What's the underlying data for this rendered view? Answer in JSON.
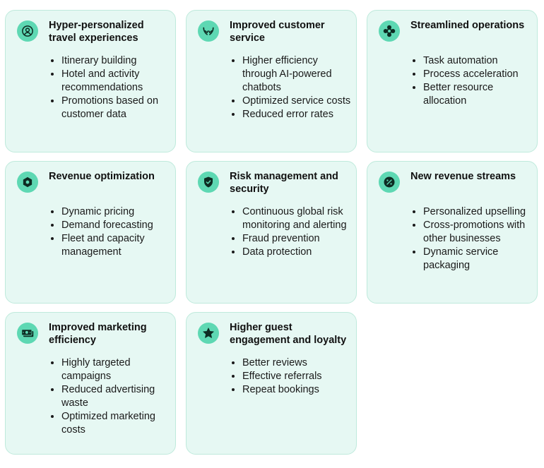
{
  "cards": [
    {
      "icon": "user-circle-icon",
      "title": "Hyper-personalized travel experiences",
      "items": [
        "Itinerary building",
        "Hotel and activity recommendations",
        "Promotions based on customer data"
      ]
    },
    {
      "icon": "hands-icon",
      "title": "Improved customer service",
      "items": [
        "Higher efficiency through AI-powered chatbots",
        "Optimized service costs",
        "Reduced error rates"
      ]
    },
    {
      "icon": "gear-icon",
      "title": "Streamlined operations",
      "items": [
        "Task automation",
        "Process acceleration",
        "Better resource allocation"
      ]
    },
    {
      "icon": "hexagon-icon",
      "title": "Revenue optimization",
      "items": [
        "Dynamic pricing",
        "Demand forecasting",
        "Fleet and capacity management"
      ]
    },
    {
      "icon": "shield-check-icon",
      "title": "Risk management and security",
      "items": [
        "Continuous global risk monitoring and alerting",
        "Fraud prevention",
        "Data protection"
      ]
    },
    {
      "icon": "percent-icon",
      "title": "New revenue streams",
      "items": [
        "Personalized upselling",
        "Cross-promotions with other businesses",
        "Dynamic service packaging"
      ]
    },
    {
      "icon": "money-icon",
      "title": "Improved marketing efficiency",
      "items": [
        "Highly targeted campaigns",
        "Reduced advertising waste",
        "Optimized marketing costs"
      ]
    },
    {
      "icon": "star-icon",
      "title": "Higher guest engagement and loyalty",
      "items": [
        "Better reviews",
        "Effective referrals",
        "Repeat bookings"
      ]
    }
  ],
  "colors": {
    "card_background": "#e6f8f3",
    "card_border": "#bfeadc",
    "icon_background": "#5ed8b3",
    "icon_foreground": "#0d2b22"
  }
}
